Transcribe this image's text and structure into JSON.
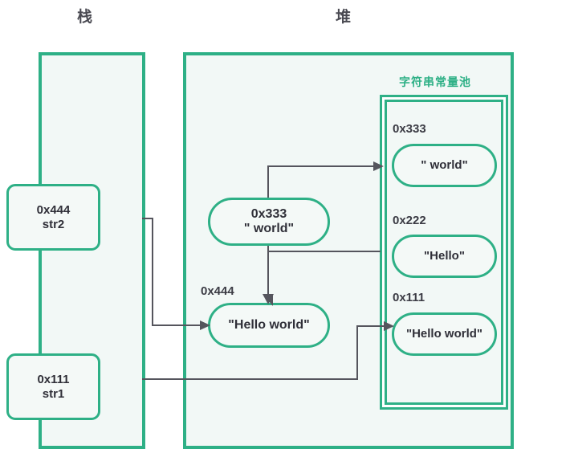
{
  "diagram": {
    "title_stack": "栈",
    "title_heap": "堆",
    "pool_title": "字符串常量池"
  },
  "stack": {
    "slots": [
      {
        "address": "0x444",
        "variable": "str2"
      },
      {
        "address": "0x111",
        "variable": "str1"
      }
    ]
  },
  "heap": {
    "objects": [
      {
        "address": "0x333",
        "value": "\" world\""
      },
      {
        "address_label": "0x444",
        "value": "\"Hello world\""
      }
    ]
  },
  "pool": {
    "entries": [
      {
        "address": "0x333",
        "value": "\" world\""
      },
      {
        "address": "0x222",
        "value": "\"Hello\""
      },
      {
        "address": "0x111",
        "value": "\"Hello world\""
      }
    ]
  },
  "colors": {
    "accent_green": "#2eb086",
    "region_fill": "#f2f8f6",
    "wire": "#55555d",
    "heading": "#4a4a52"
  }
}
